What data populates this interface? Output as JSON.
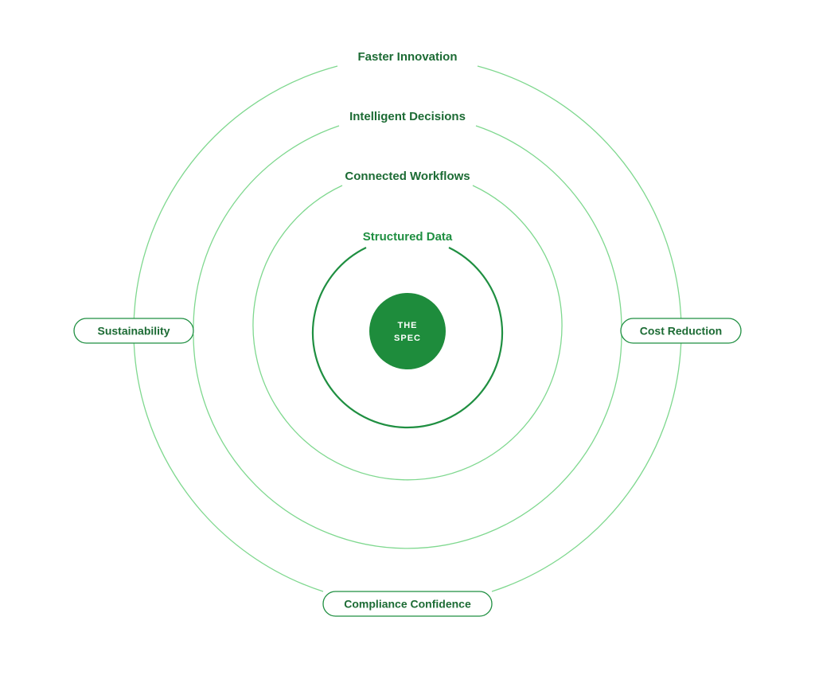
{
  "colors": {
    "ring_light": "#7fd88f",
    "ring_dark": "#1f8f41",
    "text_dark": "#1c6b34",
    "core_fill": "#1e8c3c",
    "core_text": "#ffffff",
    "background": "#ffffff"
  },
  "core": {
    "line1": "THE",
    "line2": "SPEC"
  },
  "rings": [
    {
      "label": "Structured Data"
    },
    {
      "label": "Connected Workflows"
    },
    {
      "label": "Intelligent Decisions"
    },
    {
      "label": "Faster Innovation"
    }
  ],
  "outcomes": {
    "left": "Sustainability",
    "right": "Cost Reduction",
    "bottom": "Compliance Confidence"
  }
}
